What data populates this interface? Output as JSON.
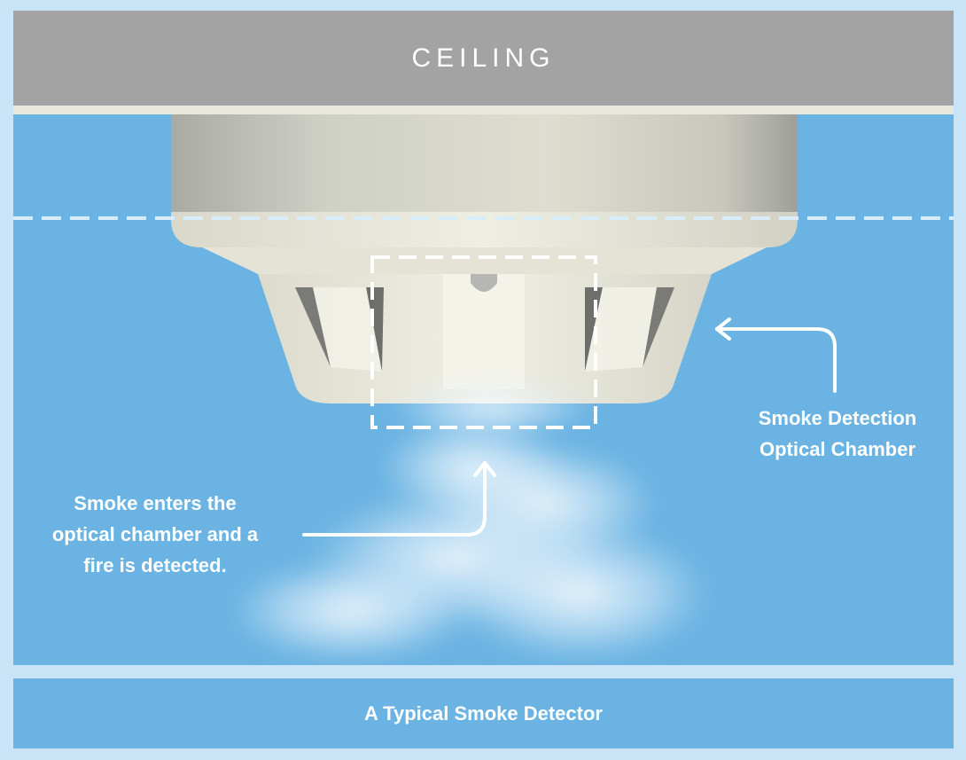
{
  "ceiling": {
    "label": "CEILING"
  },
  "labels": {
    "chamber": [
      "Smoke Detection",
      "Optical Chamber"
    ],
    "smoke": [
      "Smoke enters the",
      "optical chamber and a",
      "fire is detected."
    ]
  },
  "footer": {
    "title": "A Typical Smoke Detector"
  },
  "colors": {
    "background": "#c9e4f7",
    "ceiling": "#a3a3a3",
    "sky": "#6ab3e2",
    "detector_body": "#ecebdf",
    "annotation": "#ffffff"
  }
}
